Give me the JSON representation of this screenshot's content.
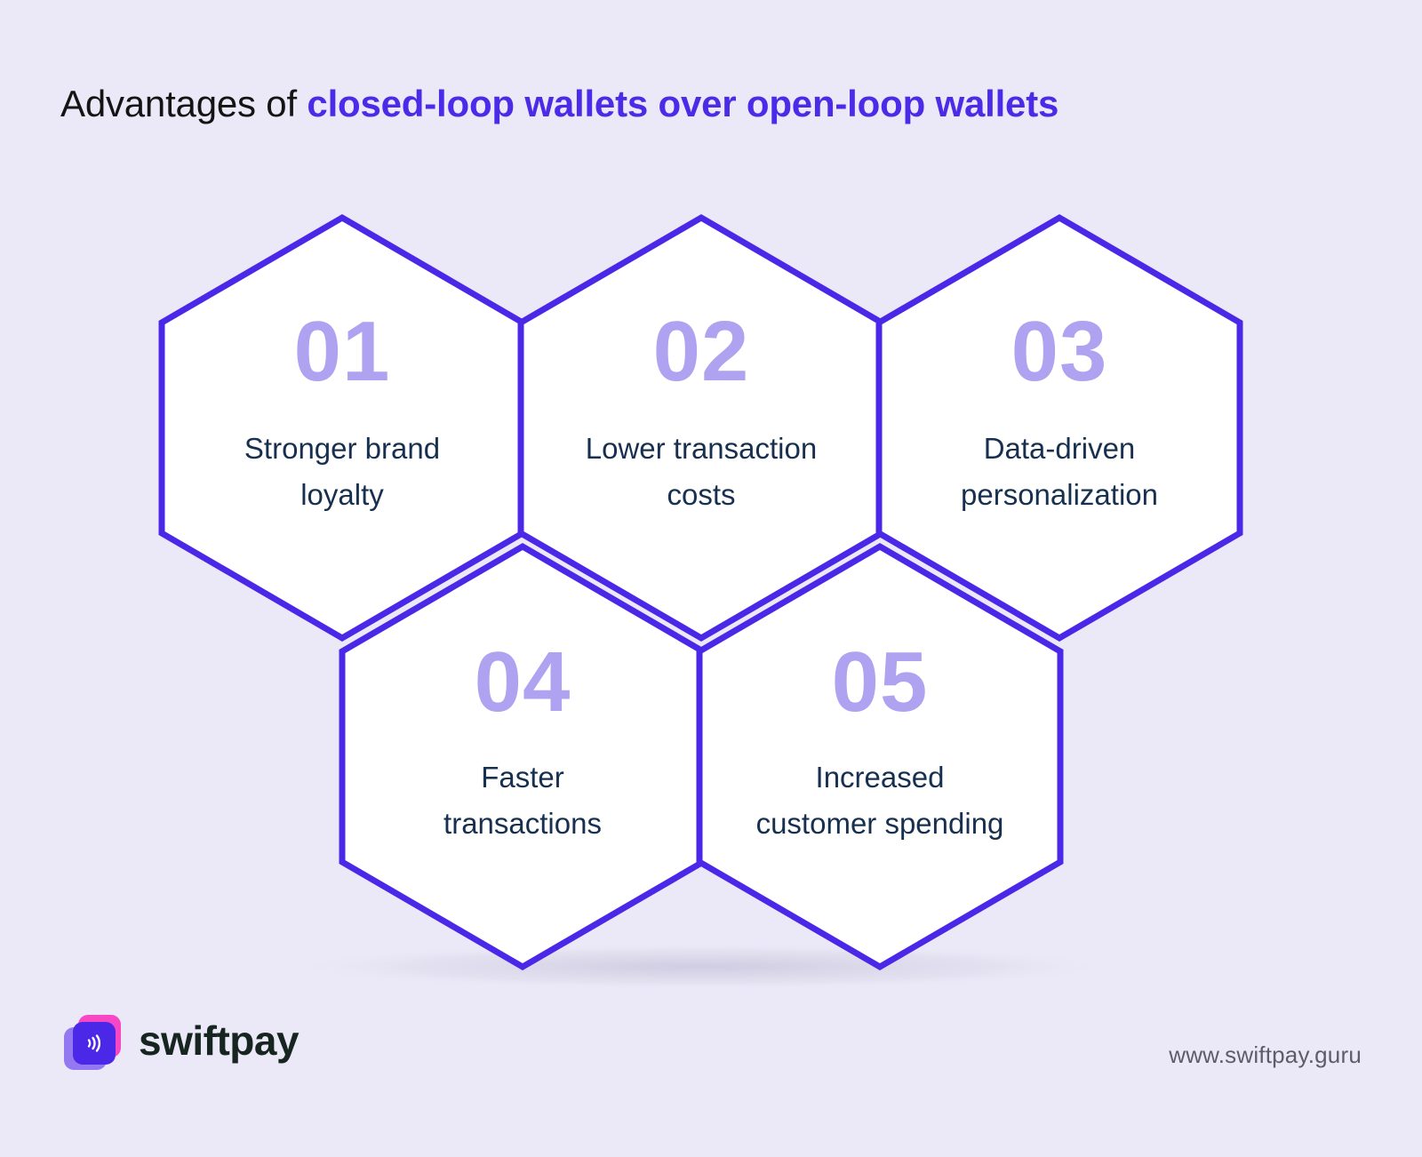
{
  "title": {
    "plain": "Advantages of ",
    "accent": "closed-loop wallets over open-loop wallets",
    "plain_color": "#141414",
    "accent_color": "#4b2ae8"
  },
  "theme": {
    "background": "#ebe9f7",
    "hex_fill": "#ffffff",
    "hex_stroke": "#4b28e8",
    "number_color": "#afa2f0",
    "label_color": "#17304f",
    "url_color": "#5d5d68",
    "wordmark_color": "#16251f"
  },
  "hexagons": [
    {
      "number": "01",
      "label_line1": "Stronger brand",
      "label_line2": "loyalty"
    },
    {
      "number": "02",
      "label_line1": "Lower transaction",
      "label_line2": "costs"
    },
    {
      "number": "03",
      "label_line1": "Data-driven",
      "label_line2": "personalization"
    },
    {
      "number": "04",
      "label_line1": "Faster",
      "label_line2": "transactions"
    },
    {
      "number": "05",
      "label_line1": "Increased",
      "label_line2": "customer spending"
    }
  ],
  "footer": {
    "brand_name": "swiftpay",
    "url": "www.swiftpay.guru",
    "logo_icon": "contactless-payment-icon"
  }
}
